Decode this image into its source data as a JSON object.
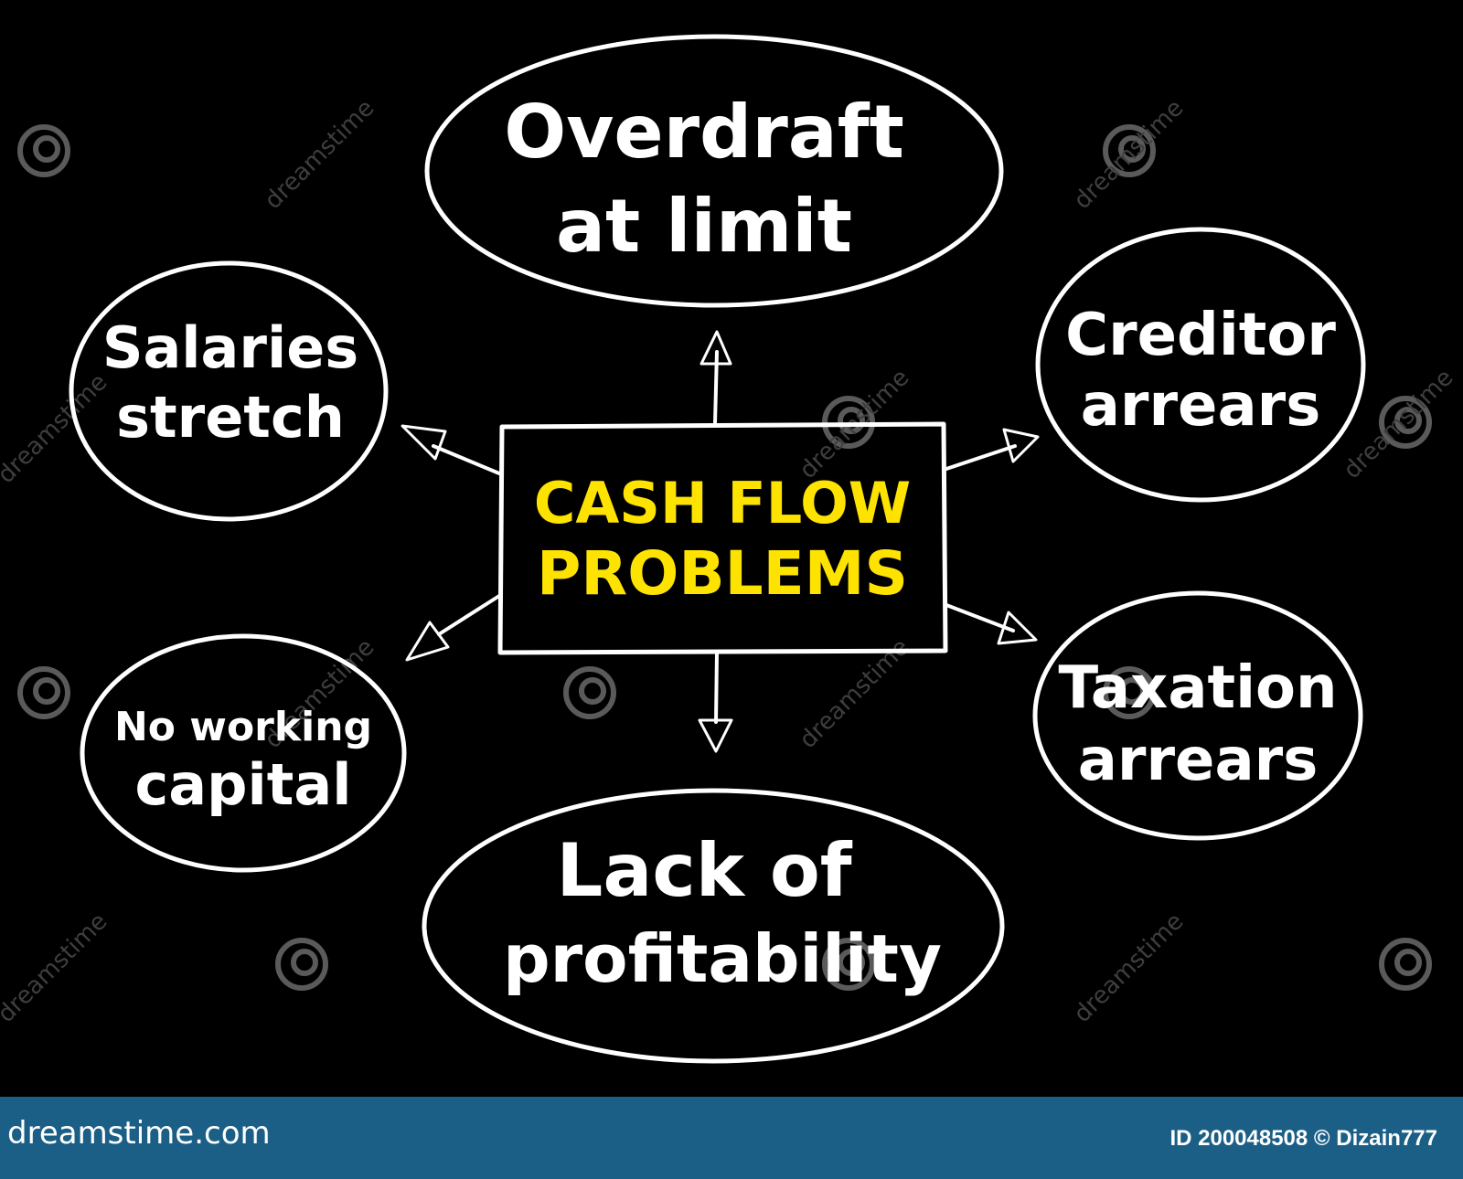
{
  "diagram": {
    "center": {
      "lines": [
        "CASH FLOW",
        "PROBLEMS"
      ],
      "color": "#ffe300"
    },
    "nodes": [
      {
        "id": "overdraft",
        "lines": [
          "Overdraft",
          "at limit"
        ]
      },
      {
        "id": "creditor",
        "lines": [
          "Creditor",
          "arrears"
        ]
      },
      {
        "id": "taxation",
        "lines": [
          "Taxation",
          "arrears"
        ]
      },
      {
        "id": "profitability",
        "lines": [
          "Lack of",
          "profitability"
        ]
      },
      {
        "id": "working-capital",
        "lines": [
          "No working",
          "capital"
        ]
      },
      {
        "id": "salaries",
        "lines": [
          "Salaries",
          "stretch"
        ]
      }
    ],
    "background": "#000000",
    "line_color": "#ffffff"
  },
  "watermark": {
    "text": "dreamstime"
  },
  "footer": {
    "brand": "dreamstime.com",
    "credit": "ID 200048508 © Dizain777",
    "background": "#1b5f86"
  }
}
